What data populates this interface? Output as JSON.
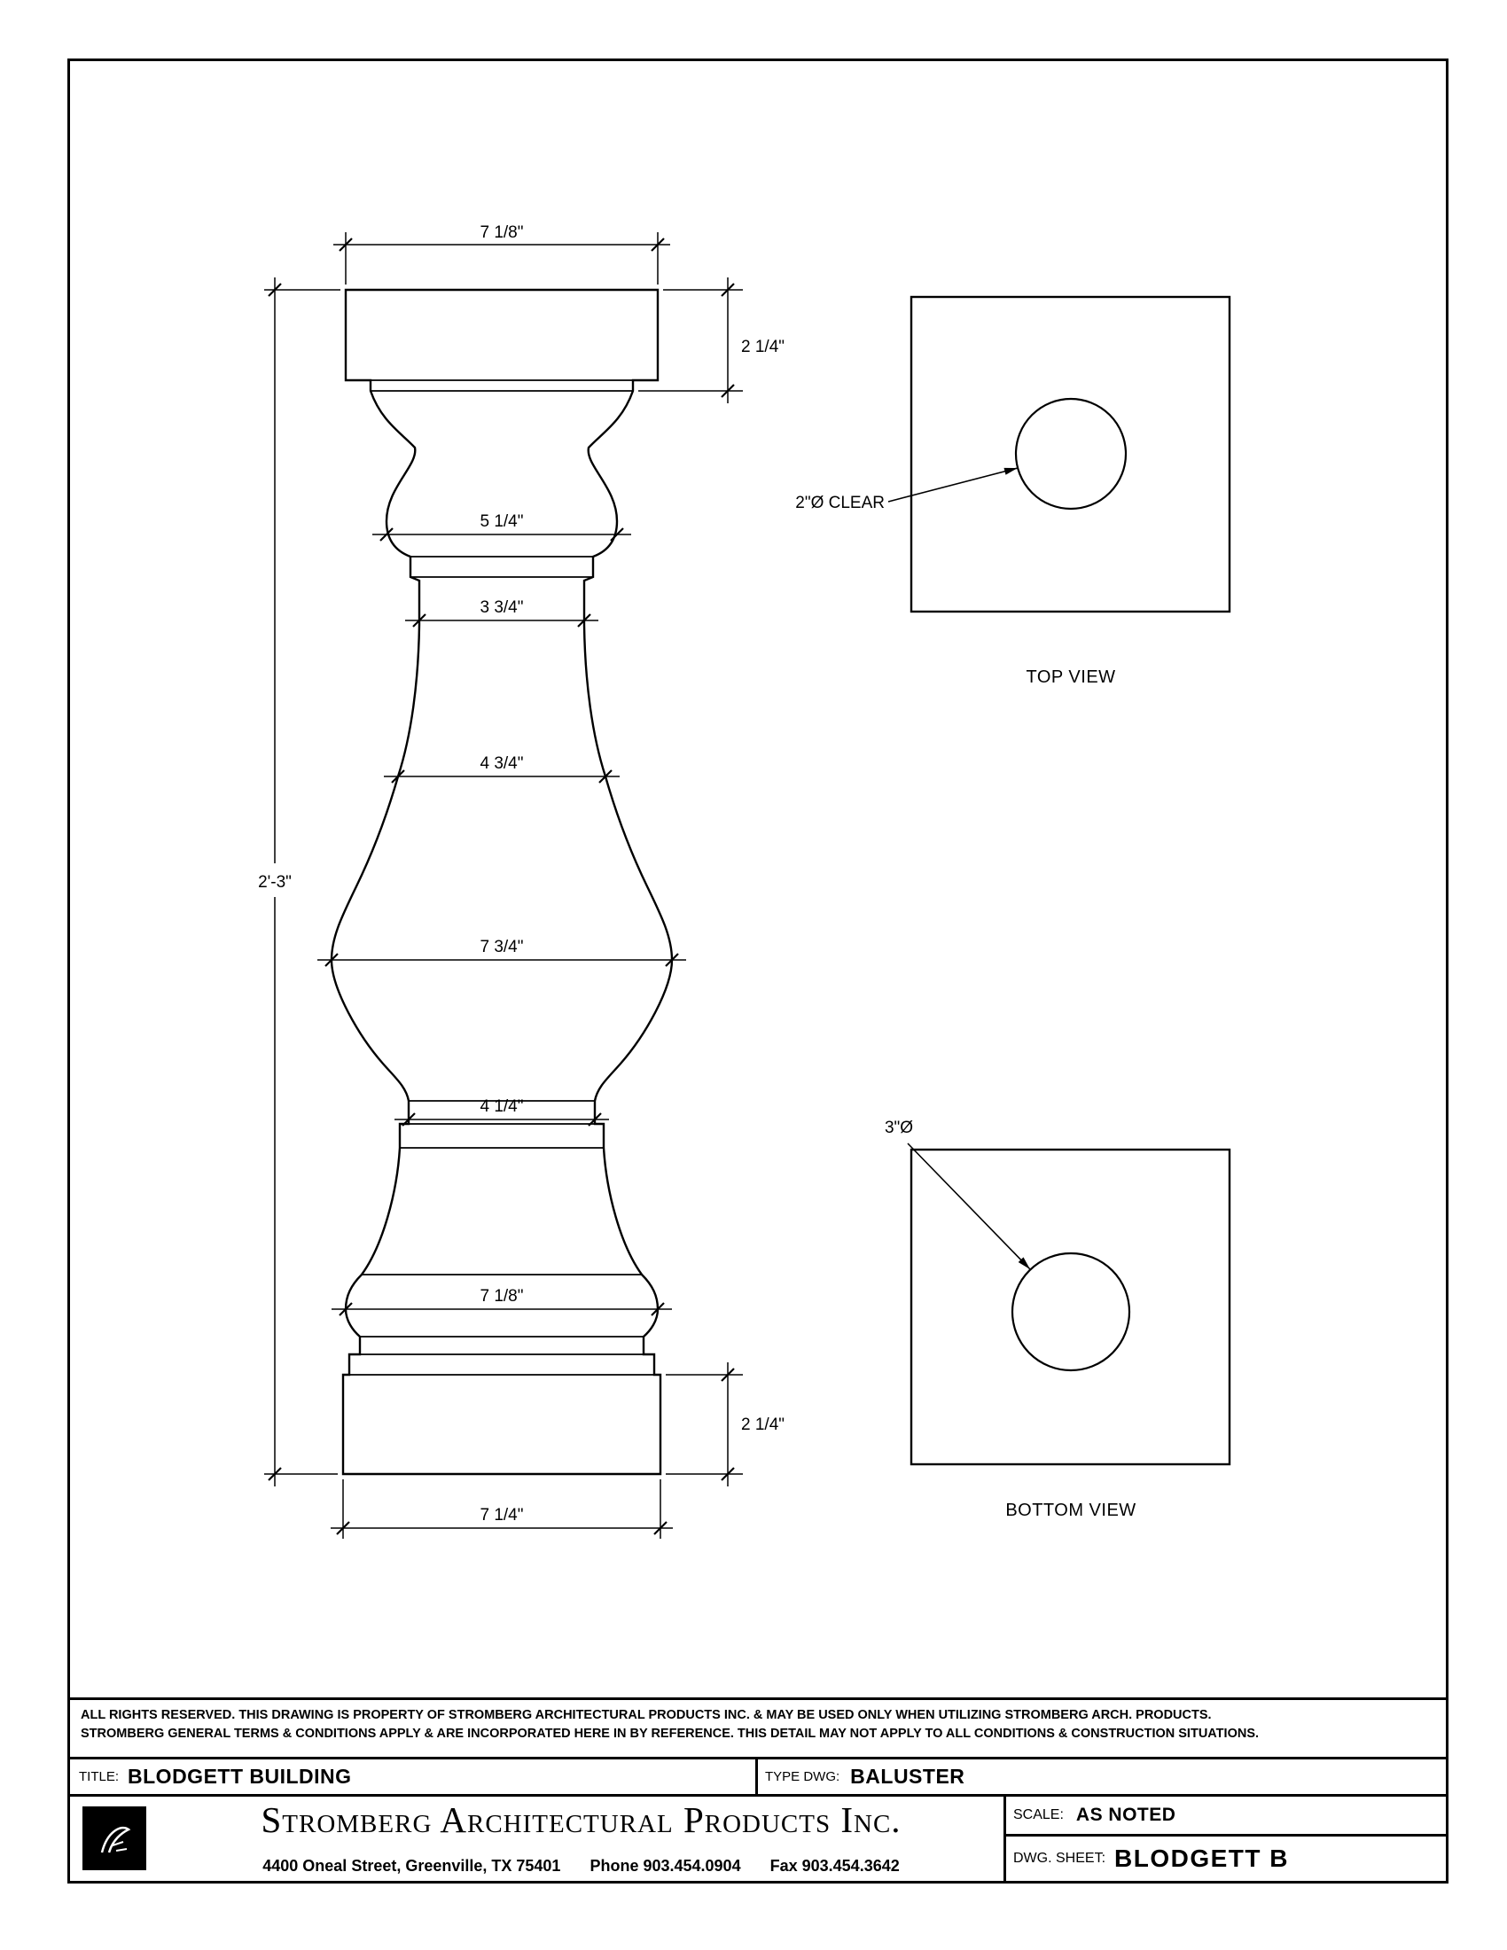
{
  "sheet": {
    "bg_color": "#ffffff",
    "line_color": "#000000"
  },
  "elevation": {
    "dim_top_width": "7 1/8\"",
    "dim_cap_height": "2 1/4\"",
    "dim_torus_width": "5 1/4\"",
    "dim_neck_width": "3 3/4\"",
    "dim_upper_body_width": "4 3/4\"",
    "dim_belly_width": "7 3/4\"",
    "dim_lower_ring_width": "4 1/4\"",
    "dim_base_molding_width": "7 1/8\"",
    "dim_base_height": "2 1/4\"",
    "dim_bottom_width": "7 1/4\"",
    "dim_overall_height": "2'-3\""
  },
  "top_view": {
    "annotation": "2\"Ø CLEAR",
    "caption": "TOP VIEW"
  },
  "bottom_view": {
    "annotation": "3\"Ø",
    "caption": "BOTTOM VIEW"
  },
  "title_block": {
    "disclaimer_line1": "ALL RIGHTS RESERVED. THIS DRAWING IS PROPERTY OF STROMBERG ARCHITECTURAL PRODUCTS INC. & MAY BE USED ONLY WHEN UTILIZING STROMBERG ARCH. PRODUCTS.",
    "disclaimer_line2": "STROMBERG GENERAL TERMS & CONDITIONS APPLY & ARE INCORPORATED HERE IN BY REFERENCE. THIS DETAIL MAY NOT APPLY TO ALL CONDITIONS & CONSTRUCTION SITUATIONS.",
    "title_label": "TITLE:",
    "title_value": "BLODGETT BUILDING",
    "type_label": "TYPE DWG:",
    "type_value": "BALUSTER",
    "company_name": "Stromberg Architectural Products Inc.",
    "address": "4400 Oneal Street, Greenville, TX  75401",
    "phone": "Phone 903.454.0904",
    "fax": "Fax 903.454.3642",
    "scale_label": "SCALE:",
    "scale_value": "AS NOTED",
    "sheet_label": "DWG. SHEET:",
    "sheet_value": "BLODGETT B"
  }
}
